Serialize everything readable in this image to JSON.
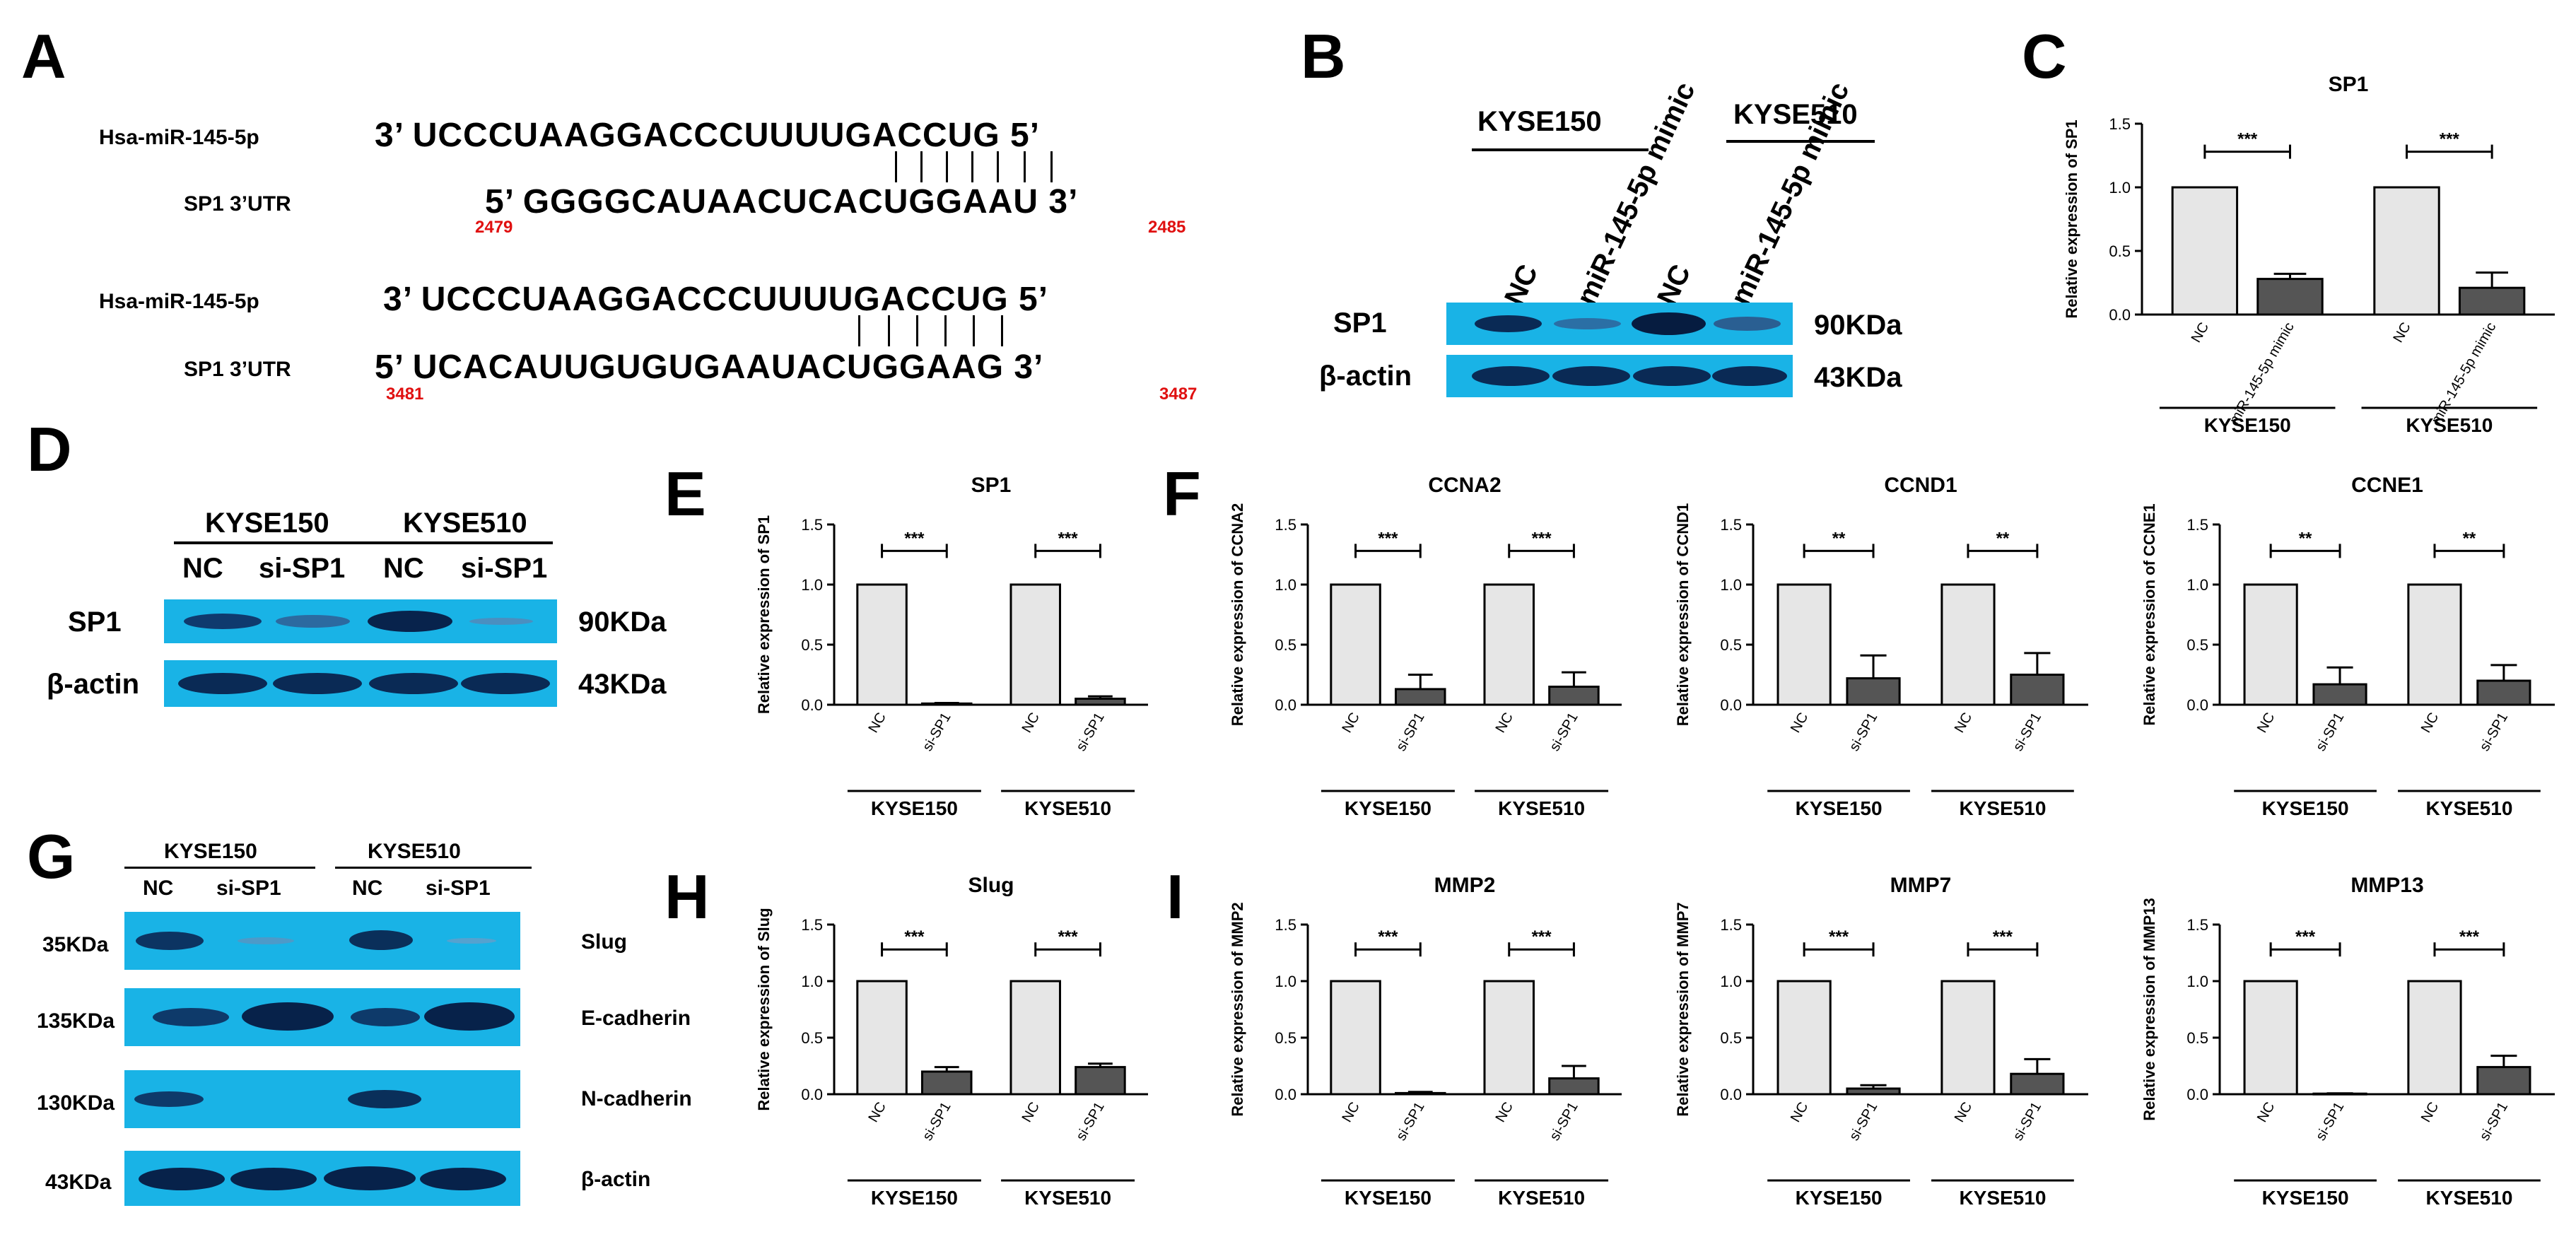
{
  "colors": {
    "blot": "#19b3e6",
    "bar_nc": "#e6e6e6",
    "bar_treat": "#555555",
    "position_number": "#e01010"
  },
  "panels": {
    "A": {
      "letter": "A",
      "alignments": [
        {
          "mirna_name": "Hsa-miR-145-5p",
          "mirna_seq": "3’ UCCCUAAGGACCCUUUUGACCUG  5’",
          "utr_name": "SP1 3’UTR",
          "utr_seq": "5’ GGGGCAUAACUCACUGGAAU  3’",
          "start": "2479",
          "end": "2485"
        },
        {
          "mirna_name": "Hsa-miR-145-5p",
          "mirna_seq": "3’ UCCCUAAGGACCCUUUUGACCUG  5’",
          "utr_name": "SP1 3’UTR",
          "utr_seq": "5’  UCACAUUGUGUGAAUACUGGAAG  3’",
          "start": "3481",
          "end": "3487"
        }
      ]
    },
    "B": {
      "letter": "B",
      "cell_lines": [
        "KYSE150",
        "KYSE510"
      ],
      "lanes": [
        "NC",
        "miR-145-5p mimic",
        "NC",
        "miR-145-5p mimic"
      ],
      "rows": [
        {
          "protein": "SP1",
          "size": "90KDa"
        },
        {
          "protein": "β-actin",
          "size": "43KDa"
        }
      ]
    },
    "D": {
      "letter": "D",
      "cell_lines": [
        "KYSE150",
        "KYSE510"
      ],
      "lanes": [
        "NC",
        "si-SP1",
        "NC",
        "si-SP1"
      ],
      "rows": [
        {
          "protein": "SP1",
          "size": "90KDa"
        },
        {
          "protein": "β-actin",
          "size": "43KDa"
        }
      ]
    },
    "G": {
      "letter": "G",
      "cell_lines": [
        "KYSE150",
        "KYSE510"
      ],
      "lanes": [
        "NC",
        "si-SP1",
        "NC",
        "si-SP1"
      ],
      "rows": [
        {
          "size": "35KDa",
          "protein": "Slug"
        },
        {
          "size": "135KDa",
          "protein": "E-cadherin"
        },
        {
          "size": "130KDa",
          "protein": "N-cadherin"
        },
        {
          "size": "43KDa",
          "protein": "β-actin"
        }
      ]
    },
    "C": {
      "letter": "C"
    },
    "E": {
      "letter": "E"
    },
    "F": {
      "letter": "F"
    },
    "H": {
      "letter": "H"
    },
    "I": {
      "letter": "I"
    }
  },
  "chart_data": [
    {
      "panel": "C",
      "type": "bar",
      "title": "SP1",
      "ylabel": "Relative expression of SP1",
      "ylim": [
        0,
        1.5
      ],
      "yticks": [
        "0.0",
        "0.5",
        "1.0",
        "1.5"
      ],
      "categories": [
        "NC",
        "miR-145-5p mimic",
        "NC",
        "miR-145-5p mimic"
      ],
      "groups": [
        "KYSE150",
        "KYSE510"
      ],
      "values": [
        1.0,
        0.28,
        1.0,
        0.21
      ],
      "errors": [
        0,
        0.04,
        0,
        0.12
      ],
      "significance": [
        "***",
        "***"
      ]
    },
    {
      "panel": "E",
      "type": "bar",
      "title": "SP1",
      "ylabel": "Relative expression of SP1",
      "ylim": [
        0,
        1.5
      ],
      "yticks": [
        "0.0",
        "0.5",
        "1.0",
        "1.5"
      ],
      "categories": [
        "NC",
        "si-SP1",
        "NC",
        "si-SP1"
      ],
      "groups": [
        "KYSE150",
        "KYSE510"
      ],
      "values": [
        1.0,
        0.01,
        1.0,
        0.05
      ],
      "errors": [
        0,
        0.005,
        0,
        0.02
      ],
      "significance": [
        "***",
        "***"
      ]
    },
    {
      "panel": "F",
      "type": "bar",
      "title": "CCNA2",
      "ylabel": "Relative expression of CCNA2",
      "ylim": [
        0,
        1.5
      ],
      "yticks": [
        "0.0",
        "0.5",
        "1.0",
        "1.5"
      ],
      "categories": [
        "NC",
        "si-SP1",
        "NC",
        "si-SP1"
      ],
      "groups": [
        "KYSE150",
        "KYSE510"
      ],
      "values": [
        1.0,
        0.13,
        1.0,
        0.15
      ],
      "errors": [
        0,
        0.12,
        0,
        0.12
      ],
      "significance": [
        "***",
        "***"
      ]
    },
    {
      "panel": "F",
      "type": "bar",
      "title": "CCND1",
      "ylabel": "Relative expression of CCND1",
      "ylim": [
        0,
        1.5
      ],
      "yticks": [
        "0.0",
        "0.5",
        "1.0",
        "1.5"
      ],
      "categories": [
        "NC",
        "si-SP1",
        "NC",
        "si-SP1"
      ],
      "groups": [
        "KYSE150",
        "KYSE510"
      ],
      "values": [
        1.0,
        0.22,
        1.0,
        0.25
      ],
      "errors": [
        0,
        0.19,
        0,
        0.18
      ],
      "significance": [
        "**",
        "**"
      ]
    },
    {
      "panel": "F",
      "type": "bar",
      "title": "CCNE1",
      "ylabel": "Relative expression of CCNE1",
      "ylim": [
        0,
        1.5
      ],
      "yticks": [
        "0.0",
        "0.5",
        "1.0",
        "1.5"
      ],
      "categories": [
        "NC",
        "si-SP1",
        "NC",
        "si-SP1"
      ],
      "groups": [
        "KYSE150",
        "KYSE510"
      ],
      "values": [
        1.0,
        0.17,
        1.0,
        0.2
      ],
      "errors": [
        0,
        0.14,
        0,
        0.13
      ],
      "significance": [
        "**",
        "**"
      ]
    },
    {
      "panel": "H",
      "type": "bar",
      "title": "Slug",
      "ylabel": "Relative expression of Slug",
      "ylim": [
        0,
        1.5
      ],
      "yticks": [
        "0.0",
        "0.5",
        "1.0",
        "1.5"
      ],
      "categories": [
        "NC",
        "si-SP1",
        "NC",
        "si-SP1"
      ],
      "groups": [
        "KYSE150",
        "KYSE510"
      ],
      "values": [
        1.0,
        0.2,
        1.0,
        0.24
      ],
      "errors": [
        0,
        0.04,
        0,
        0.03
      ],
      "significance": [
        "***",
        "***"
      ]
    },
    {
      "panel": "I",
      "type": "bar",
      "title": "MMP2",
      "ylabel": "Relative expression of MMP2",
      "ylim": [
        0,
        1.5
      ],
      "yticks": [
        "0.0",
        "0.5",
        "1.0",
        "1.5"
      ],
      "categories": [
        "NC",
        "si-SP1",
        "NC",
        "si-SP1"
      ],
      "groups": [
        "KYSE150",
        "KYSE510"
      ],
      "values": [
        1.0,
        0.01,
        1.0,
        0.14
      ],
      "errors": [
        0,
        0.01,
        0,
        0.11
      ],
      "significance": [
        "***",
        "***"
      ]
    },
    {
      "panel": "I",
      "type": "bar",
      "title": "MMP7",
      "ylabel": "Relative expression of MMP7",
      "ylim": [
        0,
        1.5
      ],
      "yticks": [
        "0.0",
        "0.5",
        "1.0",
        "1.5"
      ],
      "categories": [
        "NC",
        "si-SP1",
        "NC",
        "si-SP1"
      ],
      "groups": [
        "KYSE150",
        "KYSE510"
      ],
      "values": [
        1.0,
        0.05,
        1.0,
        0.18
      ],
      "errors": [
        0,
        0.03,
        0,
        0.13
      ],
      "significance": [
        "***",
        "***"
      ]
    },
    {
      "panel": "I",
      "type": "bar",
      "title": "MMP13",
      "ylabel": "Relative expression of MMP13",
      "ylim": [
        0,
        1.5
      ],
      "yticks": [
        "0.0",
        "0.5",
        "1.0",
        "1.5"
      ],
      "categories": [
        "NC",
        "si-SP1",
        "NC",
        "si-SP1"
      ],
      "groups": [
        "KYSE150",
        "KYSE510"
      ],
      "values": [
        1.0,
        0.005,
        1.0,
        0.24
      ],
      "errors": [
        0,
        0.003,
        0,
        0.1
      ],
      "significance": [
        "***",
        "***"
      ]
    }
  ]
}
